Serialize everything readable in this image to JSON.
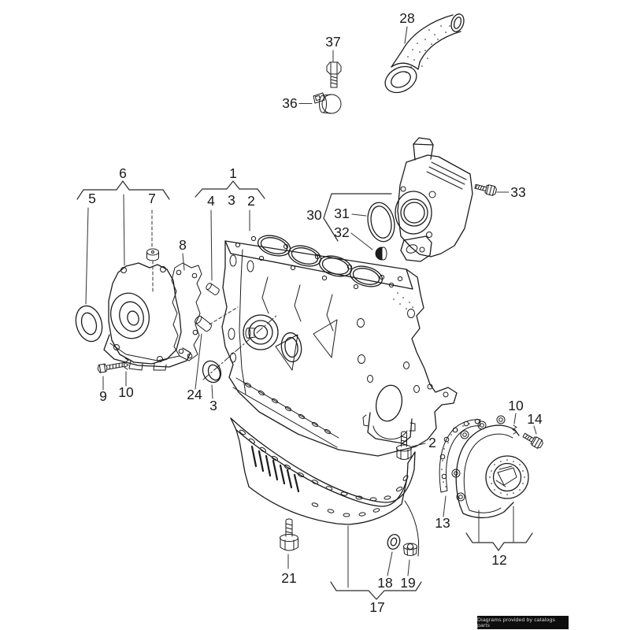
{
  "callouts": {
    "c1": "1",
    "c2a": "2",
    "c2b": "2",
    "c3a": "3",
    "c3b": "3",
    "c4": "4",
    "c5": "5",
    "c6": "6",
    "c7": "7",
    "c8": "8",
    "c9": "9",
    "c10a": "10",
    "c10b": "10",
    "c12": "12",
    "c13": "13",
    "c14": "14",
    "c17": "17",
    "c18": "18",
    "c19": "19",
    "c21": "21",
    "c24": "24",
    "c28": "28",
    "c30": "30",
    "c31": "31",
    "c32": "32",
    "c33": "33",
    "c36": "36",
    "c37": "37"
  },
  "watermark": {
    "text": "Diagrams provided by catalogs parts"
  }
}
